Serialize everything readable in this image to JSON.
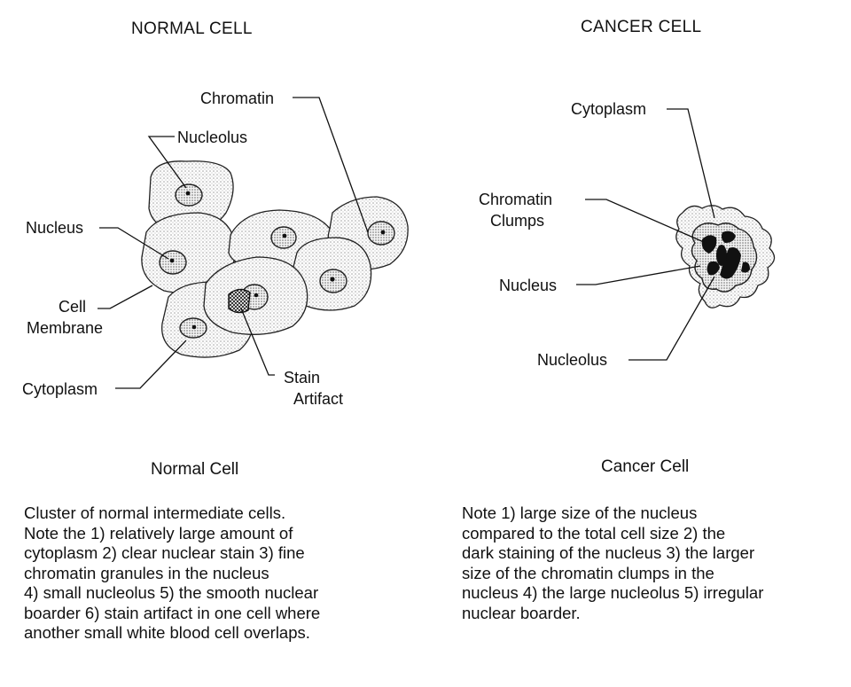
{
  "titles": {
    "normal": "NORMAL CELL",
    "cancer": "CANCER CELL"
  },
  "normal_labels": {
    "chromatin": "Chromatin",
    "nucleolus": "Nucleolus",
    "nucleus": "Nucleus",
    "cell_membrane_1": "Cell",
    "cell_membrane_2": "Membrane",
    "cytoplasm": "Cytoplasm",
    "stain_artifact_1": "Stain",
    "stain_artifact_2": "Artifact"
  },
  "cancer_labels": {
    "cytoplasm": "Cytoplasm",
    "chromatin_clumps_1": "Chromatin",
    "chromatin_clumps_2": "Clumps",
    "nucleus": "Nucleus",
    "nucleolus": "Nucleolus"
  },
  "captions": {
    "normal": "Normal Cell",
    "cancer": "Cancer Cell"
  },
  "notes": {
    "normal": [
      "Cluster of normal intermediate cells.",
      "Note the 1) relatively large amount of",
      "cytoplasm 2) clear nuclear stain 3) fine",
      "chromatin granules in the nucleus",
      "4) small nucleolus 5) the smooth nuclear",
      "boarder 6) stain artifact in one cell where",
      "another small white blood cell overlaps."
    ],
    "cancer": [
      "Note 1) large size of the nucleus",
      "compared to the total cell size 2) the",
      "dark staining of the nucleus 3) the larger",
      "size of the chromatin clumps in the",
      "nucleus 4) the large nucleolus 5) irregular",
      "nuclear boarder."
    ]
  },
  "colors": {
    "ink": "#111111",
    "cytoplasm_stipple": "#9a9a9a",
    "nucleus_stipple": "#6a6a6a"
  }
}
